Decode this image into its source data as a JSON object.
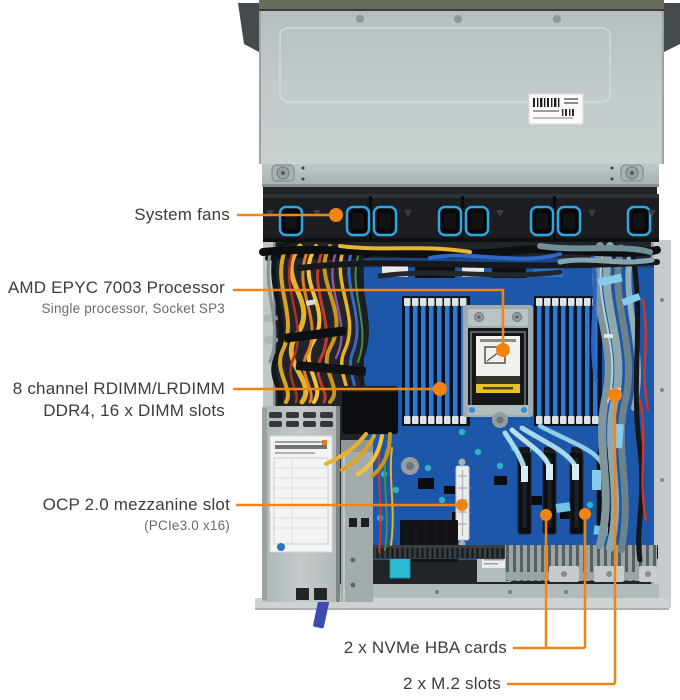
{
  "figure": {
    "accent_color": "#F08514",
    "label_color": "#3C3C3C",
    "sublabel_color": "#6B6B6B"
  },
  "callouts": {
    "system_fans": {
      "label": "System fans"
    },
    "cpu": {
      "label": "AMD EPYC 7003 Processor",
      "sublabel": "Single processor, Socket SP3"
    },
    "dimm": {
      "line1": "8 channel RDIMM/LRDIMM",
      "line2": "DDR4, 16 x DIMM slots"
    },
    "ocp": {
      "label": "OCP 2.0 mezzanine slot",
      "sublabel": "(PCIe3.0 x16)"
    },
    "nvme_hba": {
      "label": "2 x NVMe HBA cards"
    },
    "m2": {
      "label": "2 x M.2 slots"
    }
  }
}
